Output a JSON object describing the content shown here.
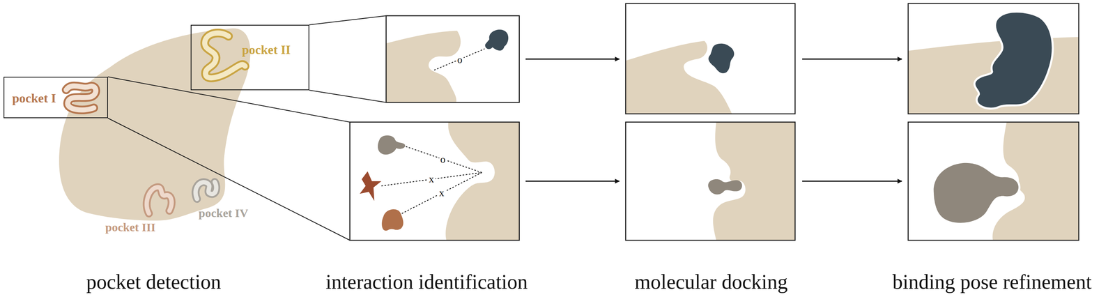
{
  "diagram": {
    "nodes": [
      {
        "text": [
          "pocket I"
        ]
      },
      {
        "text": [
          "pocket II"
        ]
      }
    ],
    "labels": [
      "pocket III",
      "pocket IV",
      "o",
      "o",
      "x",
      "x",
      "pocket detection",
      "interaction identification",
      "molecular docking",
      "binding pose refinement"
    ]
  }
}
